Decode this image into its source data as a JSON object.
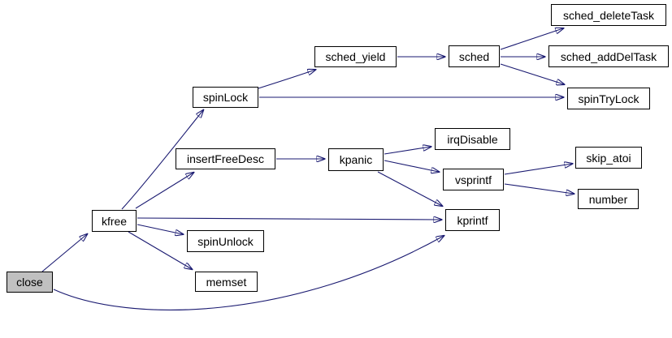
{
  "diagram": {
    "type": "call-graph",
    "root": "close",
    "description": "Call graph: functions called by close"
  },
  "colors": {
    "arrow": "#191970",
    "node_border": "#000000",
    "node_fill": "#ffffff",
    "highlight_fill": "#c0c0c0",
    "text": "#000000",
    "bg": "#ffffff"
  },
  "nodes": {
    "close": "close",
    "kfree": "kfree",
    "spinLock": "spinLock",
    "insertFreeDesc": "insertFreeDesc",
    "sched_yield": "sched_yield",
    "sched": "sched",
    "sched_deleteTask": "sched_deleteTask",
    "sched_addDelTask": "sched_addDelTask",
    "spinTryLock": "spinTryLock",
    "kpanic": "kpanic",
    "irqDisable": "irqDisable",
    "vsprintf": "vsprintf",
    "skip_atoi": "skip_atoi",
    "number": "number",
    "kprintf": "kprintf",
    "spinUnlock": "spinUnlock",
    "memset": "memset"
  },
  "edges": [
    {
      "from": "close",
      "to": "kfree"
    },
    {
      "from": "close",
      "to": "kprintf"
    },
    {
      "from": "kfree",
      "to": "spinLock"
    },
    {
      "from": "kfree",
      "to": "insertFreeDesc"
    },
    {
      "from": "kfree",
      "to": "kprintf"
    },
    {
      "from": "kfree",
      "to": "spinUnlock"
    },
    {
      "from": "kfree",
      "to": "memset"
    },
    {
      "from": "spinLock",
      "to": "sched_yield"
    },
    {
      "from": "spinLock",
      "to": "spinTryLock"
    },
    {
      "from": "sched_yield",
      "to": "sched"
    },
    {
      "from": "sched",
      "to": "sched_deleteTask"
    },
    {
      "from": "sched",
      "to": "sched_addDelTask"
    },
    {
      "from": "sched",
      "to": "spinTryLock"
    },
    {
      "from": "insertFreeDesc",
      "to": "kpanic"
    },
    {
      "from": "kpanic",
      "to": "irqDisable"
    },
    {
      "from": "kpanic",
      "to": "vsprintf"
    },
    {
      "from": "kpanic",
      "to": "kprintf"
    },
    {
      "from": "vsprintf",
      "to": "skip_atoi"
    },
    {
      "from": "vsprintf",
      "to": "number"
    }
  ]
}
